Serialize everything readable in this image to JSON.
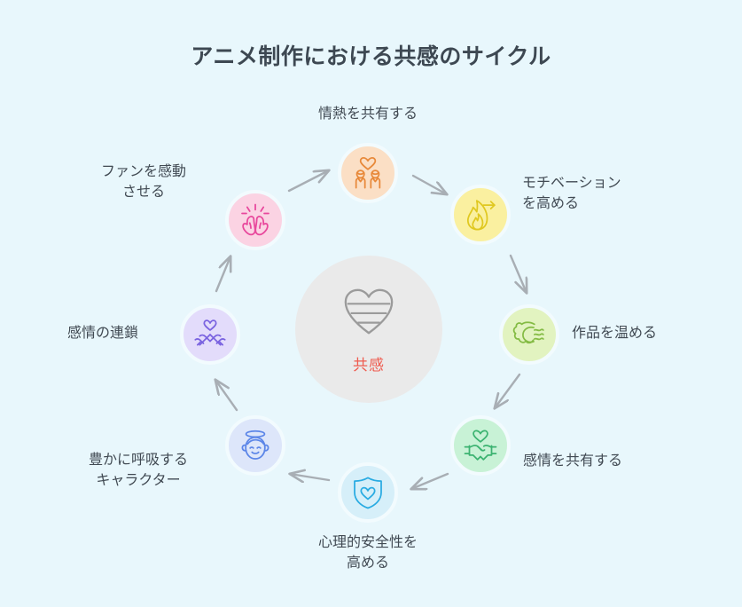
{
  "page": {
    "title": "アニメ制作における共感のサイクル",
    "background_color": "#e8f7fc",
    "title_color": "#3d4852"
  },
  "hub": {
    "label": "共感",
    "label_color": "#ef5c50",
    "circle_color": "#eaeaea",
    "icon": "striped-heart-icon",
    "icon_color": "#9b9b9b"
  },
  "diagram": {
    "type": "cycle",
    "direction": "clockwise",
    "node_count": 8,
    "arrow_color": "#a8aeb4",
    "nodes": [
      {
        "id": "share-passion",
        "label": "情熱を共有する",
        "icon": "two-people-heart-icon",
        "circle_color": "#fbdfc5",
        "icon_color": "#e8893a",
        "label_position": "above"
      },
      {
        "id": "raise-motivation",
        "label": "モチベーション\nを高める",
        "icon": "flame-arrow-icon",
        "circle_color": "#faf0a0",
        "icon_color": "#e0c820",
        "label_position": "right"
      },
      {
        "id": "warm-the-work",
        "label": "作品を温める",
        "icon": "sun-heat-waves-icon",
        "circle_color": "#e2f3c0",
        "icon_color": "#84bb44",
        "label_position": "right"
      },
      {
        "id": "share-emotion",
        "label": "感情を共有する",
        "icon": "handshake-heart-icon",
        "circle_color": "#c8f2d6",
        "icon_color": "#3cb371",
        "label_position": "right"
      },
      {
        "id": "psychological-safety",
        "label": "心理的安全性を\n高める",
        "icon": "shield-heart-icon",
        "circle_color": "#d6eff9",
        "icon_color": "#29abe2",
        "label_position": "below"
      },
      {
        "id": "breathing-character",
        "label": "豊かに呼吸する\nキャラクター",
        "icon": "angel-face-icon",
        "circle_color": "#dde6fa",
        "icon_color": "#5c86e8",
        "label_position": "left"
      },
      {
        "id": "emotion-chain",
        "label": "感情の連鎖",
        "icon": "crossed-hands-heart-icon",
        "circle_color": "#e3dcfb",
        "icon_color": "#7a63e0",
        "label_position": "left"
      },
      {
        "id": "move-the-fans",
        "label": "ファンを感動\nさせる",
        "icon": "applause-hands-icon",
        "circle_color": "#fbd3e3",
        "icon_color": "#e8479c",
        "label_position": "left"
      }
    ]
  }
}
